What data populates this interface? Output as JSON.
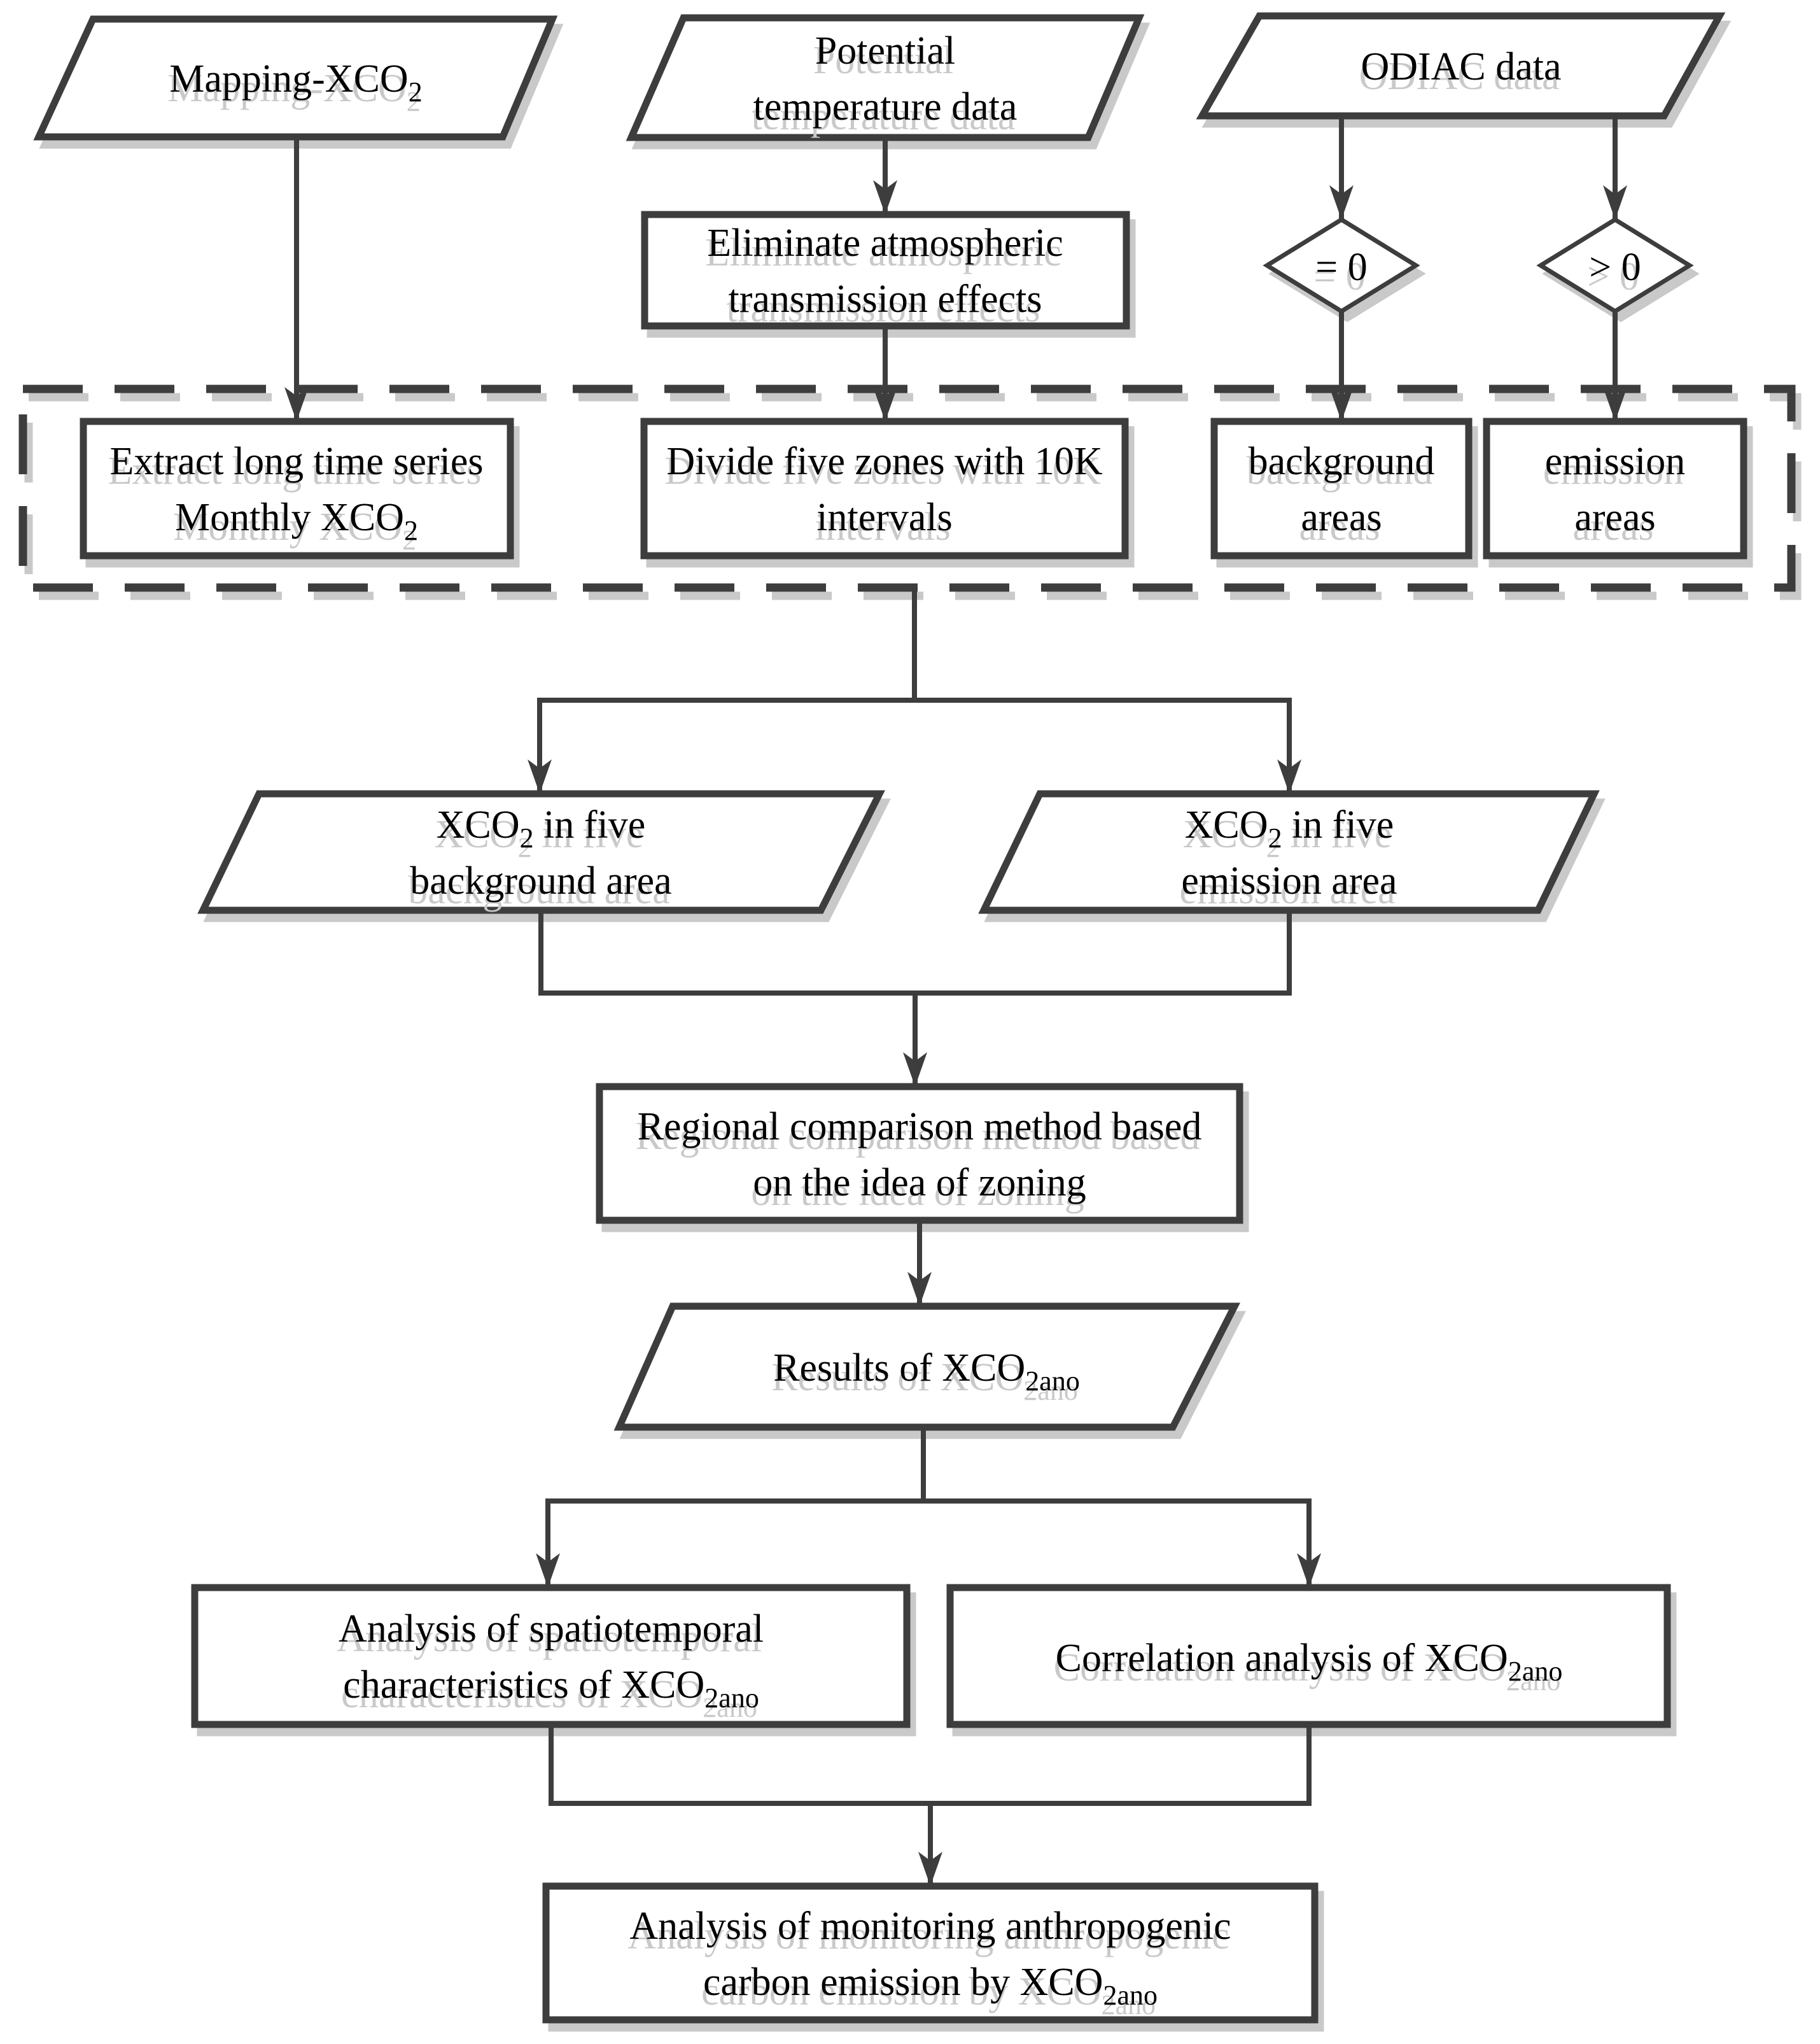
{
  "diagram": {
    "colors": {
      "line": "#3d3d3d",
      "text": "#000000",
      "echo": "#c9c9c9",
      "background": "#ffffff"
    },
    "nodes": {
      "mapping": {
        "text": "Mapping-XCO",
        "sub": "2"
      },
      "potential": {
        "line1": "Potential",
        "line2": "temperature data"
      },
      "odiac": {
        "text": "ODIAC data"
      },
      "eliminate": {
        "line1": "Eliminate atmospheric",
        "line2": "transmission effects"
      },
      "eq_zero": {
        "text": "= 0"
      },
      "gt_zero": {
        "text": "> 0"
      },
      "extract": {
        "line1": "Extract long time series",
        "line2": "Monthly XCO",
        "line2_sub": "2"
      },
      "divide": {
        "line1": "Divide five zones with 10K",
        "line2": "intervals"
      },
      "background_areas": {
        "line1": "background",
        "line2": "areas"
      },
      "emission_areas": {
        "line1": "emission",
        "line2": "areas"
      },
      "xco2_background": {
        "line1_a": "XCO",
        "line1_sub": "2",
        "line1_b": " in five",
        "line2": "background area"
      },
      "xco2_emission": {
        "line1_a": "XCO",
        "line1_sub": "2",
        "line1_b": " in five",
        "line2": "emission area"
      },
      "regional": {
        "line1": "Regional comparison method based",
        "line2": "on the idea of zoning"
      },
      "results": {
        "text": "Results of XCO",
        "sub": "2ano"
      },
      "spatiotemporal": {
        "line1": "Analysis of spatiotemporal",
        "line2": "characteristics of XCO",
        "line2_sub": "2ano"
      },
      "correlation": {
        "text": "Correlation analysis of XCO",
        "sub": "2ano"
      },
      "final": {
        "line1": "Analysis of monitoring anthropogenic",
        "line2": "carbon emission by XCO",
        "line2_sub": "2ano"
      }
    }
  }
}
